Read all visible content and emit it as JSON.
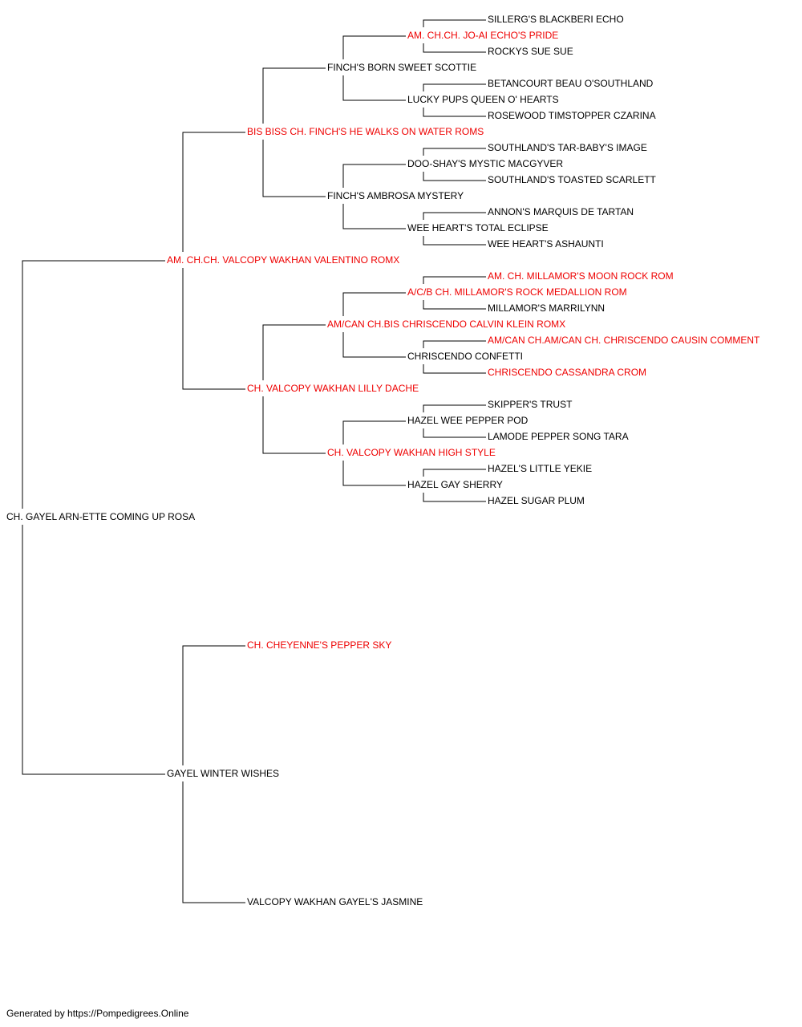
{
  "colors": {
    "champion": "#ee0000",
    "normal": "#000000",
    "line": "#000000"
  },
  "pedigree": {
    "name": "CH. GAYEL ARN-ETTE COMING UP ROSA",
    "champion": false,
    "sire": {
      "name": "AM. CH.CH. VALCOPY WAKHAN VALENTINO ROMX",
      "champion": true,
      "sire": {
        "name": "BIS BISS CH. FINCH'S HE WALKS ON WATER ROMS",
        "champion": true,
        "sire": {
          "name": "FINCH'S BORN SWEET SCOTTIE",
          "champion": false,
          "sire": {
            "name": "AM. CH.CH. JO-AI ECHO'S PRIDE",
            "champion": true,
            "sire": {
              "name": "SILLERG'S BLACKBERI ECHO",
              "champion": false
            },
            "dam": {
              "name": "ROCKYS SUE SUE",
              "champion": false
            }
          },
          "dam": {
            "name": "LUCKY PUPS QUEEN O' HEARTS",
            "champion": false,
            "sire": {
              "name": "BETANCOURT BEAU O'SOUTHLAND",
              "champion": false
            },
            "dam": {
              "name": "ROSEWOOD TIMSTOPPER CZARINA",
              "champion": false
            }
          }
        },
        "dam": {
          "name": "FINCH'S AMBROSA MYSTERY",
          "champion": false,
          "sire": {
            "name": "DOO-SHAY'S MYSTIC MACGYVER",
            "champion": false,
            "sire": {
              "name": "SOUTHLAND'S TAR-BABY'S IMAGE",
              "champion": false
            },
            "dam": {
              "name": "SOUTHLAND'S TOASTED SCARLETT",
              "champion": false
            }
          },
          "dam": {
            "name": "WEE HEART'S TOTAL ECLIPSE",
            "champion": false,
            "sire": {
              "name": "ANNON'S MARQUIS DE TARTAN",
              "champion": false
            },
            "dam": {
              "name": "WEE HEART'S ASHAUNTI",
              "champion": false
            }
          }
        }
      },
      "dam": {
        "name": "CH. VALCOPY WAKHAN LILLY DACHE",
        "champion": true,
        "sire": {
          "name": "AM/CAN CH.BIS CHRISCENDO CALVIN KLEIN ROMX",
          "champion": true,
          "sire": {
            "name": "A/C/B CH. MILLAMOR'S ROCK MEDALLION ROM",
            "champion": true,
            "sire": {
              "name": "AM. CH. MILLAMOR'S MOON ROCK ROM",
              "champion": true
            },
            "dam": {
              "name": "MILLAMOR'S MARRILYNN",
              "champion": false
            }
          },
          "dam": {
            "name": "CHRISCENDO CONFETTI",
            "champion": false,
            "sire": {
              "name": "AM/CAN CH.AM/CAN CH. CHRISCENDO CAUSIN COMMENT",
              "champion": true
            },
            "dam": {
              "name": "CHRISCENDO CASSANDRA CROM",
              "champion": true
            }
          }
        },
        "dam": {
          "name": "CH. VALCOPY WAKHAN HIGH STYLE",
          "champion": true,
          "sire": {
            "name": "HAZEL WEE PEPPER POD",
            "champion": false,
            "sire": {
              "name": "SKIPPER'S TRUST",
              "champion": false
            },
            "dam": {
              "name": "LAMODE PEPPER SONG TARA",
              "champion": false
            }
          },
          "dam": {
            "name": "HAZEL GAY SHERRY",
            "champion": false,
            "sire": {
              "name": "HAZEL'S LITTLE YEKIE",
              "champion": false
            },
            "dam": {
              "name": "HAZEL SUGAR PLUM",
              "champion": false
            }
          }
        }
      }
    },
    "dam": {
      "name": "GAYEL WINTER WISHES",
      "champion": false,
      "sire": {
        "name": "CH. CHEYENNE'S PEPPER SKY",
        "champion": true
      },
      "dam": {
        "name": "VALCOPY WAKHAN GAYEL'S JASMINE",
        "champion": false
      }
    }
  },
  "footer": "Generated by https://Pompedigrees.Online"
}
